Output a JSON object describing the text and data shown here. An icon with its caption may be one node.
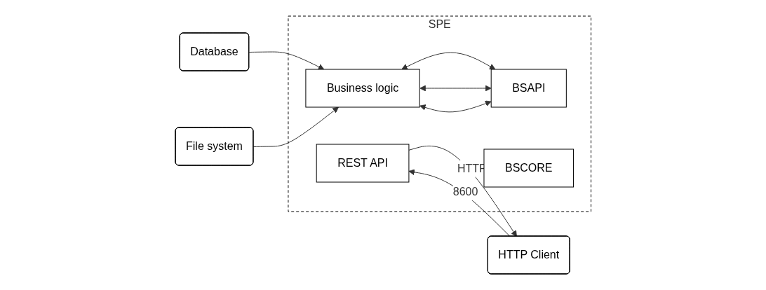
{
  "diagram": {
    "nodes": [
      {
        "text": [
          "SPE"
        ]
      },
      {
        "text": [
          "HTTP Client"
        ]
      },
      {
        "text": [
          "REST API"
        ],
        "in": 0
      },
      {
        "text": [
          "Business logic"
        ],
        "in": 0
      },
      {
        "text": [
          "BSAPI"
        ],
        "in": 0
      },
      {
        "text": [
          "BSCORE"
        ],
        "in": 0
      },
      {
        "text": [
          "Database"
        ]
      },
      {
        "text": [
          "File system"
        ]
      }
    ],
    "edges": [
      {
        "from": 1,
        "to": 2,
        "arrow": "to",
        "label": "8600"
      },
      {
        "from": 2,
        "to": 1,
        "arrow": "to",
        "label": "HTTP"
      },
      {
        "from": 3,
        "to": 4,
        "arrow": "both"
      },
      {
        "from": 3,
        "to": 4,
        "arrow": "both"
      },
      {
        "from": 3,
        "to": 4,
        "arrow": "both"
      },
      {
        "from": 6,
        "to": 3,
        "arrow": "to"
      },
      {
        "from": 7,
        "to": 3,
        "arrow": "to"
      }
    ]
  }
}
